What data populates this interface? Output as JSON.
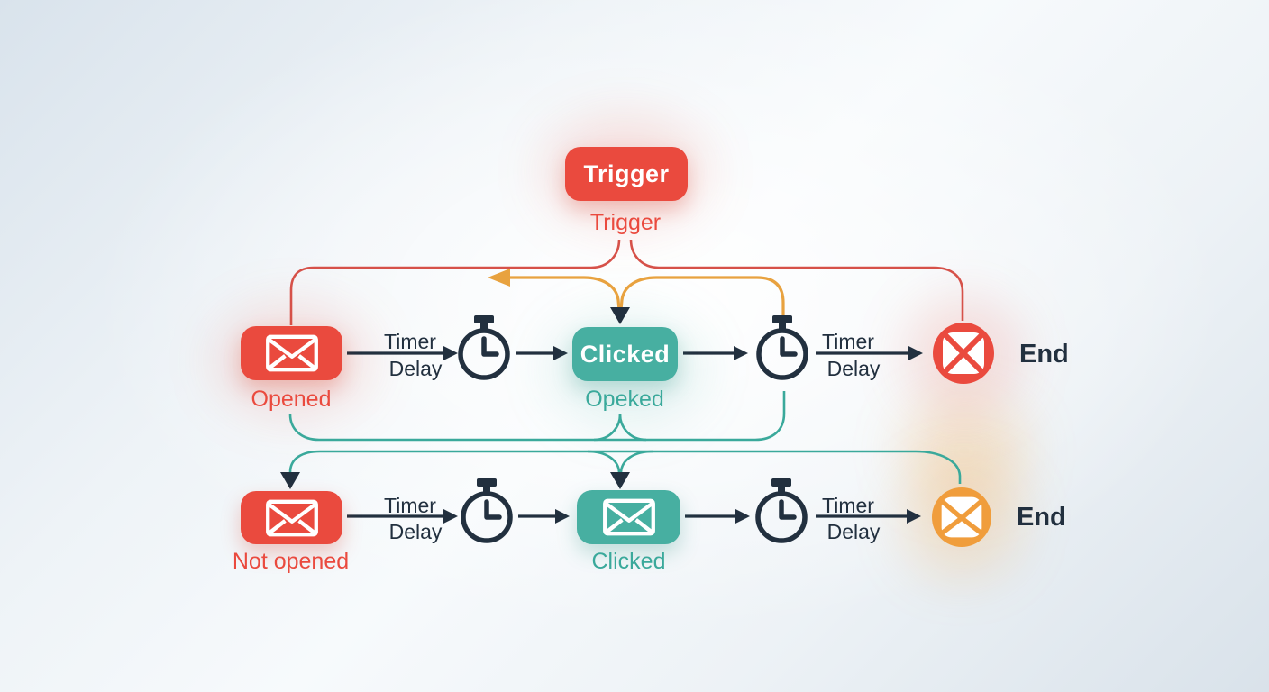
{
  "flow": {
    "trigger": {
      "label": "Trigger",
      "caption": "Trigger"
    },
    "rows": [
      {
        "source_caption": "Opened",
        "timer1_top": "Timer",
        "timer1_bottom": "Delay",
        "action_label": "Clicked",
        "action_caption": "Opeked",
        "timer2_top": "Timer",
        "timer2_bottom": "Delay",
        "end_label": "End"
      },
      {
        "source_caption": "Not opened",
        "timer1_top": "Timer",
        "timer1_bottom": "Delay",
        "action_caption": "Clicked",
        "timer2_top": "Timer",
        "timer2_bottom": "Delay",
        "end_label": "End"
      }
    ],
    "icons": [
      "envelope-icon",
      "stopwatch-icon",
      "envelope-circle-icon"
    ],
    "colors": {
      "red": "#EA4A3E",
      "red_line": "#D65149",
      "teal": "#47AFA1",
      "teal_line": "#3AA99B",
      "orange_line": "#E8A23F",
      "orange_circle": "#F09D3C",
      "navy": "#22303F"
    }
  }
}
